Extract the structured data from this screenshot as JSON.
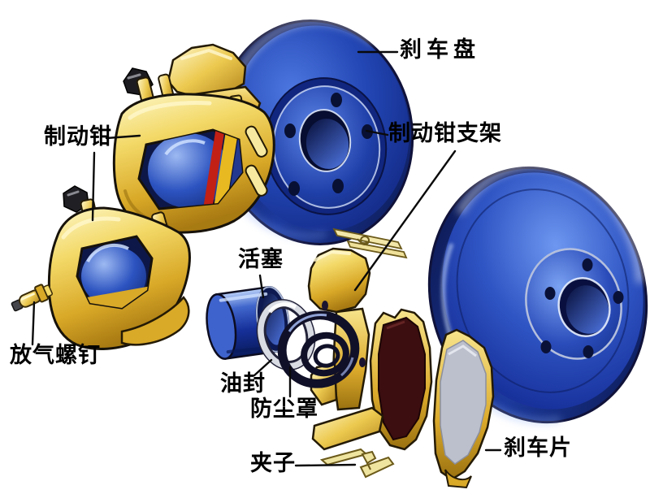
{
  "diagram": {
    "subject": "disc-brake-exploded-view",
    "labels": {
      "brake_disc": "刹车盘",
      "caliper": "制动钳",
      "caliper_bracket": "制动钳支架",
      "piston": "活塞",
      "bleed_screw": "放气螺钉",
      "oil_seal": "油封",
      "dust_cover": "防尘罩",
      "clip": "夹子",
      "brake_pad": "刹车片"
    },
    "colors": {
      "background": "#ffffff",
      "part_blue": "#2246b4",
      "part_blue_dark": "#0c1b60",
      "part_blue_light": "#6d97f0",
      "part_gold": "#ecc94f",
      "part_gold_light": "#fdf7c8",
      "part_gold_dark": "#a87a12",
      "friction_dark_red": "#3c0e10",
      "friction_grey": "#bcc0cc",
      "rubber_black": "#15152c",
      "outline": "#17120a",
      "label_text": "#000000",
      "leader_line": "#0a0a0a"
    }
  }
}
